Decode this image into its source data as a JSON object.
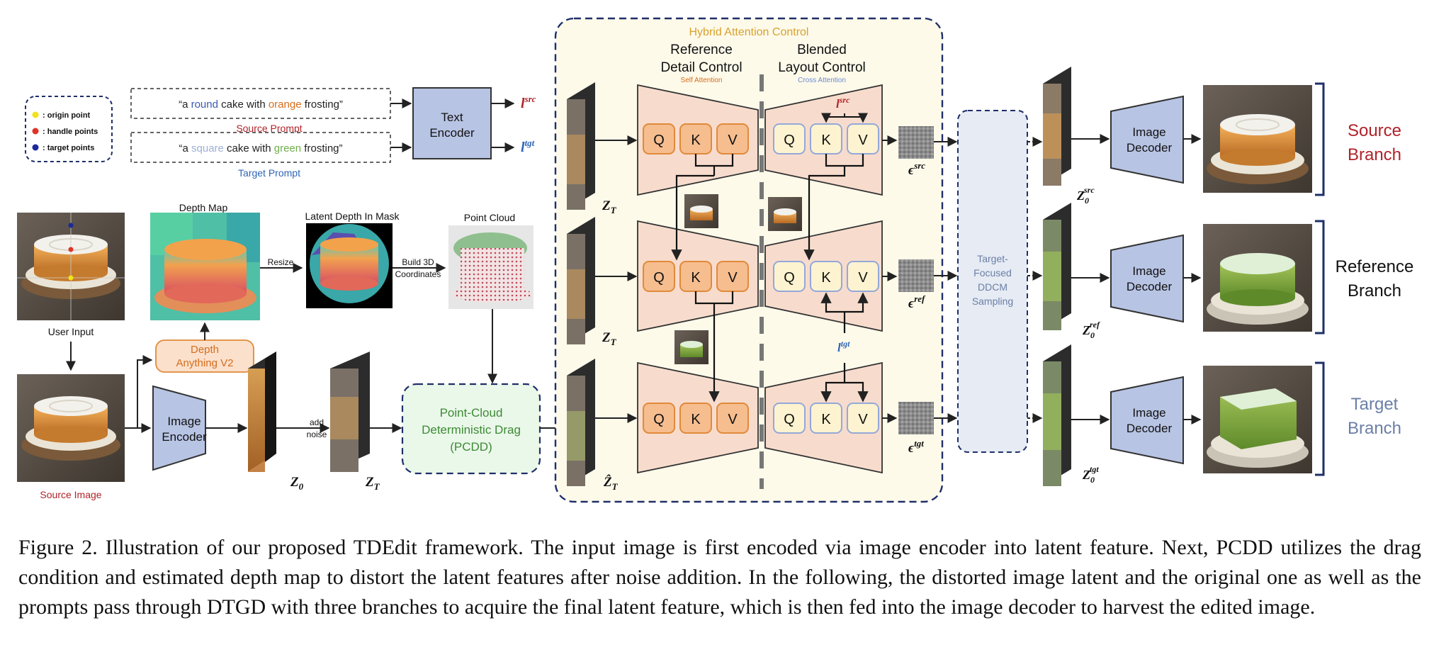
{
  "figure": {
    "legend": {
      "items": [
        {
          "label": ": origin point",
          "color": "#f2e21a"
        },
        {
          "label": ": handle points",
          "color": "#e03326"
        },
        {
          "label": ": target points",
          "color": "#1b2a9a"
        }
      ]
    },
    "source_prompt": {
      "prefix": "“a ",
      "word1": "round",
      "mid": " cake with ",
      "word2": "orange",
      "suffix": " frosting”",
      "label": "Source Prompt"
    },
    "target_prompt": {
      "prefix": "“a ",
      "word1": "square",
      "mid": " cake with ",
      "word2": "green",
      "suffix": " frosting”",
      "label": "Target Prompt"
    },
    "text_encoder": {
      "line1": "Text",
      "line2": "Encoder"
    },
    "l_src": {
      "base": "l",
      "sup": "src"
    },
    "l_tgt": {
      "base": "l",
      "sup": "tgt"
    },
    "user_input": "User Input",
    "depth_map": "Depth Map",
    "latent_depth": "Latent Depth In Mask",
    "point_cloud": "Point Cloud",
    "resize": "Resize",
    "build3d": {
      "line1": "Build 3D",
      "line2": "Coordinates"
    },
    "depth_anything": {
      "line1": "Depth",
      "line2": "Anything V2"
    },
    "image_encoder": {
      "line1": "Image",
      "line2": "Encoder"
    },
    "source_image": "Source Image",
    "add_noise": {
      "line1": "add",
      "line2": "noise"
    },
    "z0": {
      "base": "Z",
      "sub": "0"
    },
    "zt": {
      "base": "Z",
      "sub": "T"
    },
    "zt_hat": {
      "base": "Ẑ",
      "sub": "T"
    },
    "pcdd": {
      "line1": "Point-Cloud",
      "line2": "Deterministic Drag",
      "line3": "(PCDD)"
    },
    "hybrid": {
      "title": "Hybrid Attention Control",
      "left": {
        "line1": "Reference",
        "line2": "Detail Control",
        "sub": "Self Attention"
      },
      "right": {
        "line1": "Blended",
        "line2": "Layout Control",
        "sub": "Cross Attention"
      }
    },
    "qkv": {
      "q": "Q",
      "k": "K",
      "v": "V"
    },
    "eps_src": {
      "base": "ϵ",
      "sup": "src"
    },
    "eps_ref": {
      "base": "ϵ",
      "sup": "ref"
    },
    "eps_tgt": {
      "base": "ϵ",
      "sup": "tgt"
    },
    "sampling": {
      "line1": "Target-",
      "line2": "Focused",
      "line3": "DDCM",
      "line4": "Sampling"
    },
    "z0_src": {
      "base": "Z",
      "sub": "0",
      "sup": "src"
    },
    "z0_ref": {
      "base": "Z",
      "sub": "0",
      "sup": "ref"
    },
    "z0_tgt": {
      "base": "Z",
      "sub": "0",
      "sup": "tgt"
    },
    "image_decoder": {
      "line1": "Image",
      "line2": "Decoder"
    },
    "branches": {
      "source": {
        "line1": "Source",
        "line2": "Branch",
        "color": "#b0232a"
      },
      "reference": {
        "line1": "Reference",
        "line2": "Branch",
        "color": "#111111"
      },
      "target": {
        "line1": "Target",
        "line2": "Branch",
        "color": "#6b7fa6"
      }
    },
    "colors": {
      "blue_box": "#b8c4e4",
      "orange_fill": "#f6bd8f",
      "orange_stroke": "#e08a3a",
      "cream_fill": "#fdf3d0",
      "blue_stroke": "#93a8d8",
      "unet_fill": "#f7dccd",
      "hybrid_bg": "#fdfaea",
      "pcdd_bg": "#eaf8ea",
      "dark_blue": "#1f2f6a"
    }
  },
  "caption": "Figure 2.  Illustration of our proposed TDEdit framework.  The input image is first encoded via image encoder into latent feature.  Next, PCDD utilizes the drag condition and estimated depth map to distort the latent features after noise addition. In the following, the distorted image latent and the original one as well as the prompts pass through DTGD with three branches to acquire the final latent feature, which is then fed into the image decoder to harvest the edited image."
}
